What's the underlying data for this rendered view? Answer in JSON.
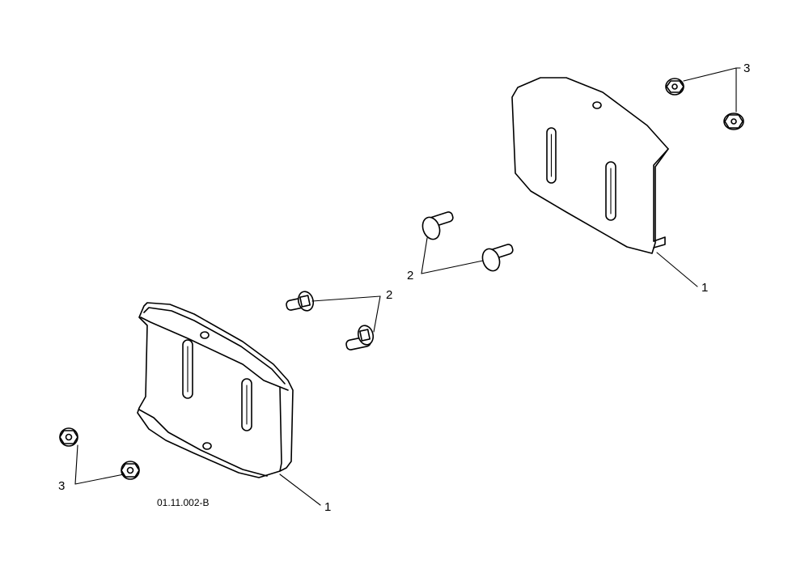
{
  "callouts": {
    "skid_left": "1",
    "skid_right": "1",
    "bolts_left": "2",
    "bolts_right": "2",
    "nuts_left": "3",
    "nuts_right": "3"
  },
  "drawing_code": "01.11.002-B"
}
